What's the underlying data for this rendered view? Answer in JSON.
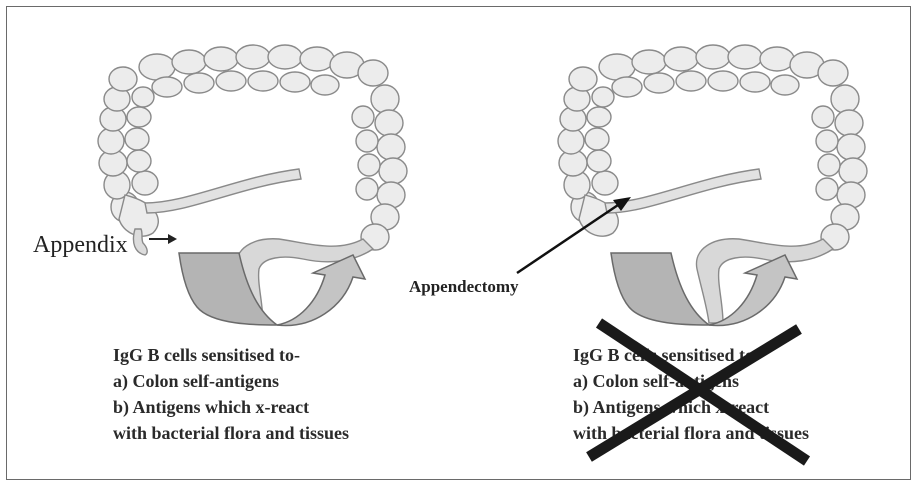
{
  "left_panel": {
    "appendix_label": "Appendix",
    "caption_lines": [
      "IgG B cells sensitised to-",
      "a) Colon self-antigens",
      "b) Antigens which x-react",
      "with  bacterial flora and tissues"
    ]
  },
  "right_panel": {
    "appendectomy_label": "Appendectomy",
    "caption_lines": [
      "IgG B cells sensitised to-",
      "a) Colon self-antigens",
      "b) Antigens which x-react",
      "with  bacterial flora and tissues"
    ],
    "caption_crossed_out": true
  },
  "colors": {
    "border": "#6a6a6a",
    "colon_fill": "#ececec",
    "colon_stroke": "#8a8a8a",
    "arrow_fill": "#b4b4b4",
    "cross": "#1a1a1a"
  }
}
